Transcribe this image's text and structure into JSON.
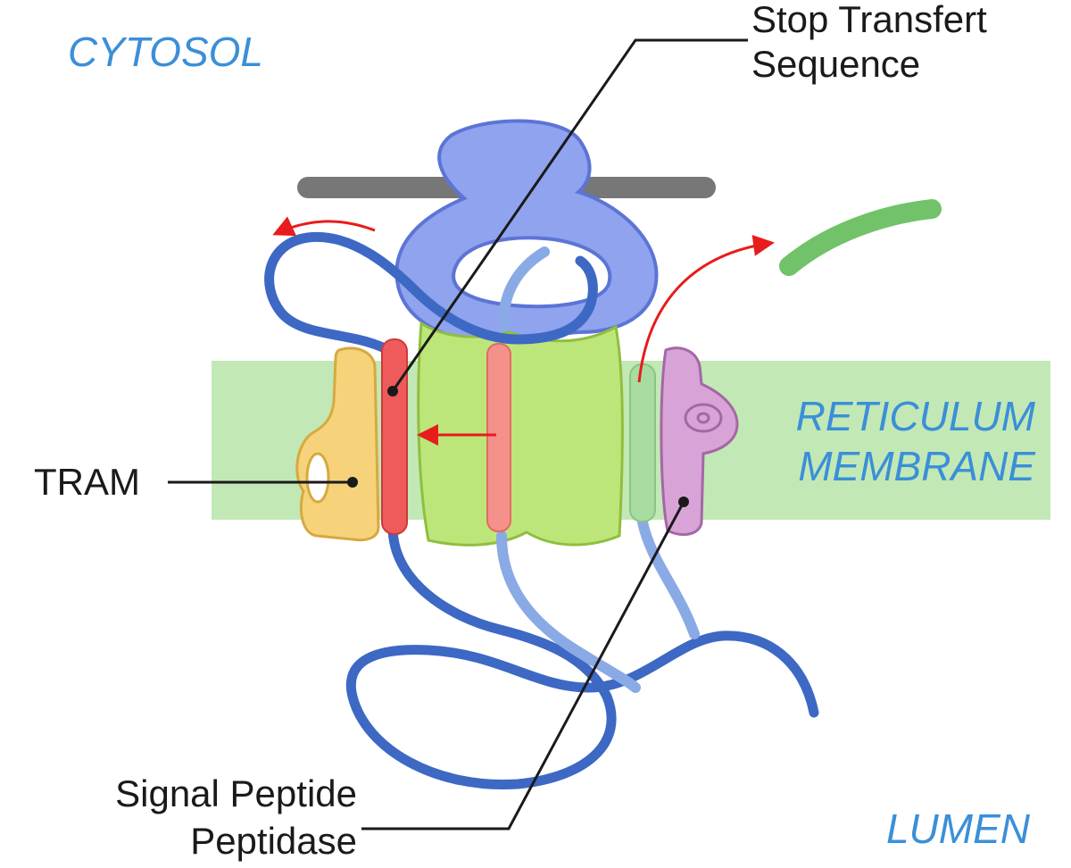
{
  "regions": {
    "cytosol": "CYTOSOL",
    "membrane_line1": "RETICULUM",
    "membrane_line2": "MEMBRANE",
    "lumen": "LUMEN"
  },
  "labels": {
    "stop_transfer_line1": "Stop Transfert",
    "stop_transfer_line2": "Sequence",
    "tram": "TRAM",
    "signal_peptide_line1": "Signal Peptide",
    "signal_peptide_line2": "Peptidase"
  },
  "colors": {
    "membrane": "#c2e8b6",
    "ribosome": "#8fa3ee",
    "ribosome_stroke": "#5c74d6",
    "mrna": "#777777",
    "translocon": "#bde67a",
    "translocon_stroke": "#8fbf3e",
    "tram": "#f6d27a",
    "tram_stroke": "#d7a93f",
    "stop_transfer": "#ef5a5a",
    "signal_helix": "#f4918b",
    "peptidase": "#d8a4d8",
    "peptidase_stroke": "#a567a5",
    "light_helix": "#a8dca0",
    "cleaved_peptide": "#72c26a",
    "protein_chain": "#3d68c4",
    "protein_chain_light": "#8aaae6",
    "arrow": "#e81c1c",
    "region_text": "#3b8fd8",
    "callout_text": "#1a1a1a"
  }
}
